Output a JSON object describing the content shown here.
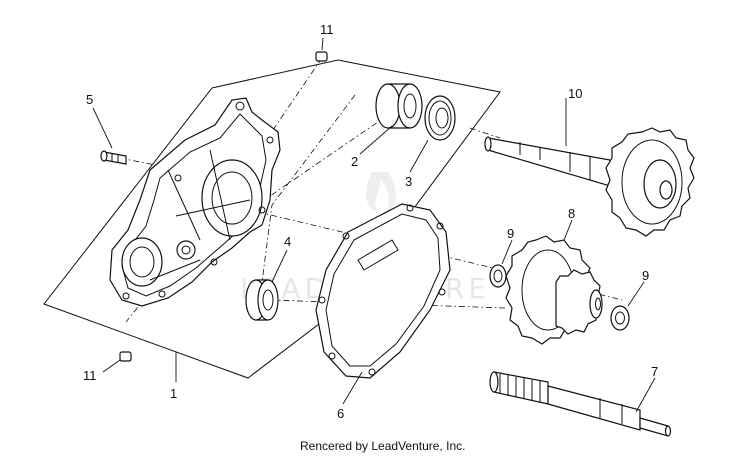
{
  "diagram": {
    "callouts": [
      {
        "id": "1",
        "label": "1"
      },
      {
        "id": "2",
        "label": "2"
      },
      {
        "id": "3",
        "label": "3"
      },
      {
        "id": "4",
        "label": "4"
      },
      {
        "id": "5",
        "label": "5"
      },
      {
        "id": "6",
        "label": "6"
      },
      {
        "id": "7",
        "label": "7"
      },
      {
        "id": "8",
        "label": "8"
      },
      {
        "id": "9a",
        "label": "9"
      },
      {
        "id": "9b",
        "label": "9"
      },
      {
        "id": "10",
        "label": "10"
      },
      {
        "id": "11a",
        "label": "11"
      },
      {
        "id": "11b",
        "label": "11"
      }
    ],
    "watermark": "LEADVENTURE",
    "footer": "Rencered by LeadVenture, Inc."
  }
}
